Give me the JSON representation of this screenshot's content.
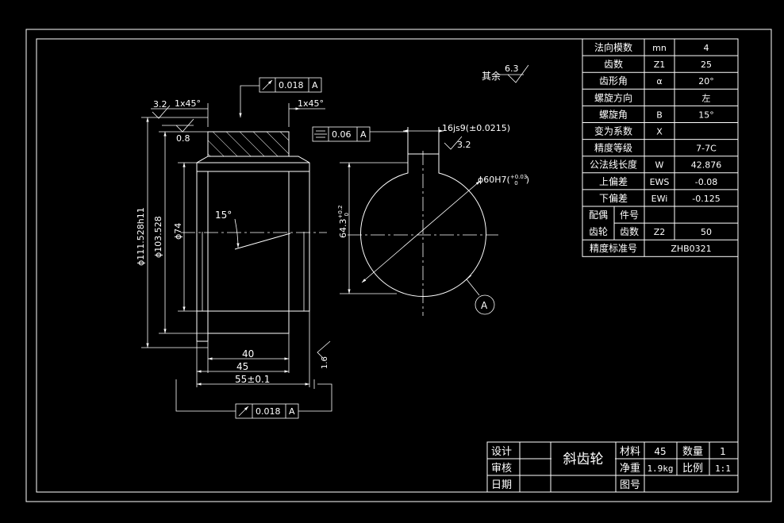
{
  "colors": {
    "background": "#000000",
    "line": "#ffffff"
  },
  "params": [
    [
      "法向模数",
      "mn",
      "4"
    ],
    [
      "齿数",
      "Z1",
      "25"
    ],
    [
      "齿形角",
      "α",
      "20°"
    ],
    [
      "螺旋方向",
      "",
      "左"
    ],
    [
      "螺旋角",
      "B",
      "15°"
    ],
    [
      "变为系数",
      "X",
      ""
    ],
    [
      "精度等级",
      "",
      "7-7C"
    ],
    [
      "公法线长度",
      "W",
      "42.876"
    ],
    [
      "上偏差",
      "EWS",
      "-0.08"
    ],
    [
      "下偏差",
      "EWi",
      "-0.125"
    ]
  ],
  "mate": {
    "label1": "配偶",
    "label2": "齿轮",
    "rows": [
      [
        "件号",
        "",
        ""
      ],
      [
        "齿数",
        "Z2",
        "50"
      ]
    ]
  },
  "standard": {
    "label": "精度标准号",
    "value": "ZHB0321"
  },
  "title_block": {
    "design": "设计",
    "review": "审核",
    "date": "日期",
    "part_name": "斜齿轮",
    "material_label": "材料",
    "material": "45",
    "qty_label": "数量",
    "qty": "1",
    "weight_label": "净重",
    "weight": "1.9kg",
    "scale_label": "比例",
    "scale": "1:1",
    "drawing_no_label": "图号"
  },
  "annotations": {
    "rest_rough_label": "其余",
    "rest_rough": "6.3",
    "chamfer_left": "1x45°",
    "chamfer_right": "1x45°",
    "rough_left": "3.2",
    "rough_bore": "0.8",
    "rough_key": "3.2",
    "rough_face": "1.6",
    "runout_top": "0.018",
    "runout_bottom": "0.018",
    "datum": "A",
    "sym_tol": "0.06",
    "keyway_width": "16js9(±0.0215)",
    "bore_dia": "ϕ60H7(",
    "bore_tol": "+0.03",
    "bore_tol_low": "0",
    "bore_close": ")",
    "key_depth": "64.3",
    "key_depth_tol": "+0.2",
    "key_depth_tol_low": "0",
    "dia_outer": "ϕ111.528h11",
    "dia_root": "ϕ103.528",
    "dia_hub": "ϕ74",
    "angle": "15°",
    "len_40": "40",
    "len_45": "45",
    "len_55": "55±0.1"
  }
}
